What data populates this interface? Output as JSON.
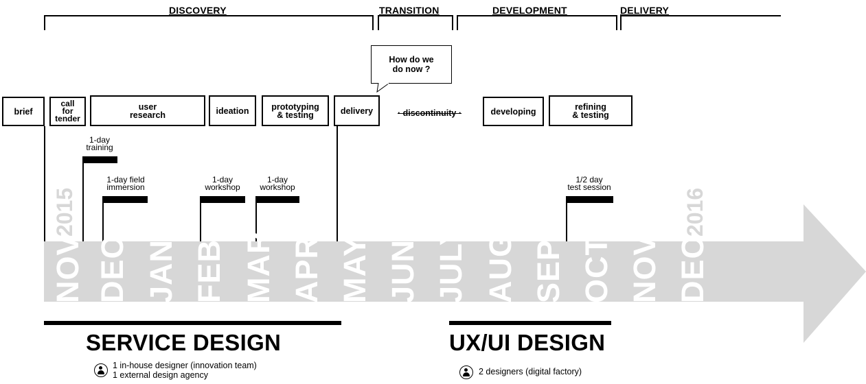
{
  "phases": [
    {
      "label": "DISCOVERY"
    },
    {
      "label": "TRANSITION"
    },
    {
      "label": "DEVELOPMENT"
    },
    {
      "label": "DELIVERY"
    }
  ],
  "steps": [
    {
      "label": "brief"
    },
    {
      "label": "call\nfor\ntender"
    },
    {
      "label": "user\nresearch"
    },
    {
      "label": "ideation"
    },
    {
      "label": "prototyping\n& testing"
    },
    {
      "label": "delivery"
    },
    {
      "label": "· discontinuity ·"
    },
    {
      "label": "developing"
    },
    {
      "label": "refining\n& testing"
    }
  ],
  "callout": "How do we\ndo now ?",
  "events": [
    {
      "label": "1-day\ntraining"
    },
    {
      "label": "1-day field\nimmersion"
    },
    {
      "label": "1-day\nworkshop"
    },
    {
      "label": "1-day\nworkshop"
    },
    {
      "label": "1/2 day\ntest session"
    }
  ],
  "years": [
    "2015",
    "2016"
  ],
  "months": [
    "NOV",
    "DEC",
    "JAN",
    "FEB",
    "MAR",
    "APR",
    "MAY",
    "JUNE",
    "JULY",
    "AUG",
    "SEPT",
    "OCT",
    "NOV",
    "DEC"
  ],
  "teams": [
    {
      "title": "SERVICE DESIGN",
      "lines": "1 in-house designer (innovation team)\n1 external design agency",
      "icon": "person-icon"
    },
    {
      "title": "UX/UI DESIGN",
      "lines": "2 designers (digital factory)",
      "icon": "person-icon"
    }
  ],
  "colors": {
    "arrow": "#d7d7d7",
    "month_text": "#ffffff",
    "year_text": "#d7d7d7",
    "ink": "#000000"
  }
}
